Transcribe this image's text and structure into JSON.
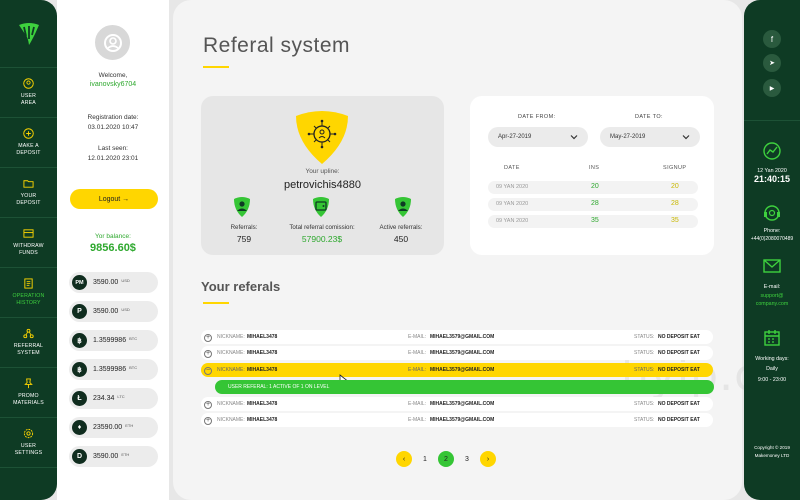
{
  "nav": {
    "items": [
      {
        "label1": "USER",
        "label2": "AREA"
      },
      {
        "label1": "MAKE A",
        "label2": "DEPOSIT"
      },
      {
        "label1": "YOUR",
        "label2": "DEPOSIT"
      },
      {
        "label1": "WITHDRAW",
        "label2": "FUNDS"
      },
      {
        "label1": "OPERATION",
        "label2": "HISTORY"
      },
      {
        "label1": "REFERRAL",
        "label2": "SYSTEM"
      },
      {
        "label1": "PROMO",
        "label2": "MATERIALS"
      },
      {
        "label1": "USER",
        "label2": "SETTINGS"
      }
    ]
  },
  "profile": {
    "welcome": "Welcome,",
    "username": "ivanovsky6704",
    "reg_label": "Registration date:",
    "reg_date": "03.01.2020  10:47",
    "seen_label": "Last seen:",
    "seen_date": "12.01.2020  23:01",
    "logout": "Logout  →",
    "balance_label": "Yor balance:",
    "balance": "9856.60$",
    "coins": [
      {
        "glyph": "PM",
        "amount": "3590.00",
        "cur": "USD"
      },
      {
        "glyph": "P",
        "amount": "3590.00",
        "cur": "USD"
      },
      {
        "glyph": "฿",
        "amount": "1.3599986",
        "cur": "BTC"
      },
      {
        "glyph": "฿",
        "amount": "1.3599986",
        "cur": "BTC"
      },
      {
        "glyph": "Ł",
        "amount": "234.34",
        "cur": "LTC"
      },
      {
        "glyph": "♦",
        "amount": "23590.00",
        "cur": "ETH"
      },
      {
        "glyph": "D",
        "amount": "3590.00",
        "cur": "ETH"
      }
    ]
  },
  "main": {
    "title": "Referal system",
    "upline_label": "Your upline:",
    "upline_name": "petrovichis4880",
    "stats": [
      {
        "label": "Referrals:",
        "value": "759"
      },
      {
        "label": "Total referral comission:",
        "value": "57900.23$"
      },
      {
        "label": "Active referrals:",
        "value": "450"
      }
    ],
    "date_from_label": "DATE FROM:",
    "date_to_label": "DATE TO:",
    "date_from": "Apr-27-2019",
    "date_to": "May-27-2019",
    "table_headers": {
      "date": "DATE",
      "ins": "INS",
      "signup": "SIGNUP"
    },
    "table_rows": [
      {
        "date": "09 YAN 2020",
        "ins": "20",
        "signup": "20"
      },
      {
        "date": "09 YAN 2020",
        "ins": "28",
        "signup": "28"
      },
      {
        "date": "09 YAN 2020",
        "ins": "35",
        "signup": "35"
      }
    ],
    "referals_title": "Your referals",
    "ref_labels": {
      "nick": "NICKNAME:",
      "email": "E-MAIL:",
      "status": "STATUS:"
    },
    "referals": [
      {
        "nick": "MIHAEL3478",
        "email": "MIHAEL3579@GMAIL.COM",
        "status": "NO DEPOSIT EAT",
        "toggle": "+"
      },
      {
        "nick": "MIHAEL3478",
        "email": "MIHAEL3579@GMAIL.COM",
        "status": "NO DEPOSIT EAT",
        "toggle": "+"
      },
      {
        "nick": "MIHAEL3478",
        "email": "MIHAEL3579@GMAIL.COM",
        "status": "NO DEPOSIT EAT",
        "toggle": "−"
      },
      {
        "nick": "MIHAEL3478",
        "email": "MIHAEL3579@GMAIL.COM",
        "status": "NO DEPOSIT EAT",
        "toggle": "+"
      },
      {
        "nick": "MIHAEL3478",
        "email": "MIHAEL3579@GMAIL.COM",
        "status": "NO DEPOSIT EAT",
        "toggle": "+"
      }
    ],
    "ref_detail": "USER REFERAL: 1 ACTIVE OF 1 ON LEVEL",
    "pagination": {
      "prev": "‹",
      "pages": [
        "1",
        "2",
        "3"
      ],
      "next": "›",
      "current": "2"
    },
    "watermark": "hyip.com"
  },
  "right": {
    "socials": [
      "f",
      "➤",
      "▶"
    ],
    "date": "12 Yan 2020",
    "time": "21:40:15",
    "phone_label": "Phone:",
    "phone": "+44(0)2080070489",
    "email_label": "E-mail:",
    "email1": "support@",
    "email2": "company.com",
    "work_label": "Working days:",
    "work_days": "Daily",
    "work_time": "9:00 - 23:00",
    "copyright1": "Copyright © 2019",
    "copyright2": "Makemoney LTD"
  },
  "colors": {
    "dark_green": "#0e3b24",
    "green": "#35c535",
    "yellow": "#ffd600"
  }
}
